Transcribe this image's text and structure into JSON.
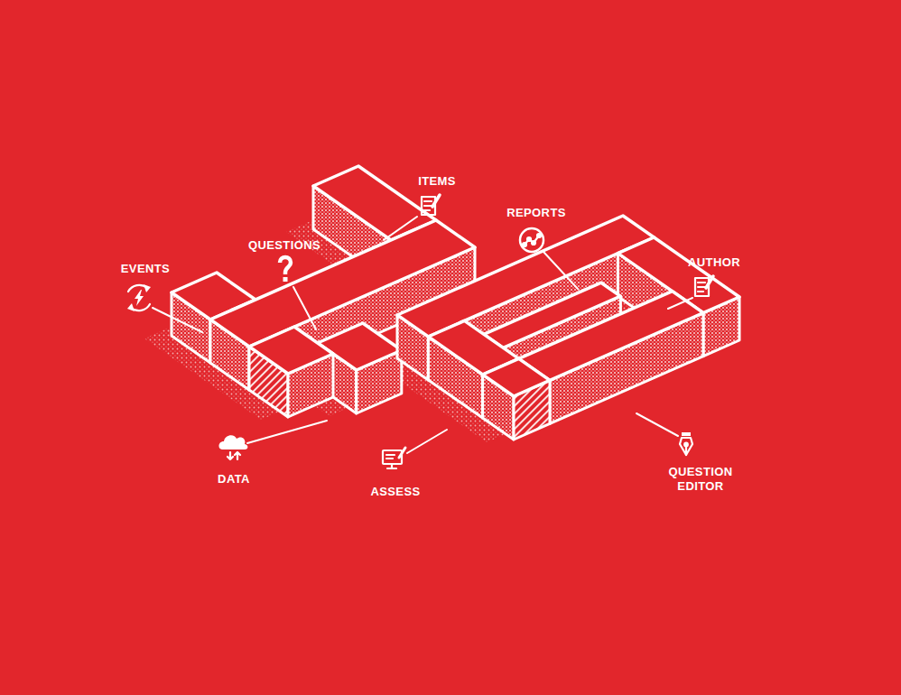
{
  "diagram": {
    "labels": [
      "ITEMS",
      "REPORTS",
      "QUESTIONS",
      "AUTHOR",
      "EVENTS",
      "QUESTION EDITOR",
      "DATA",
      "ASSESS"
    ]
  }
}
